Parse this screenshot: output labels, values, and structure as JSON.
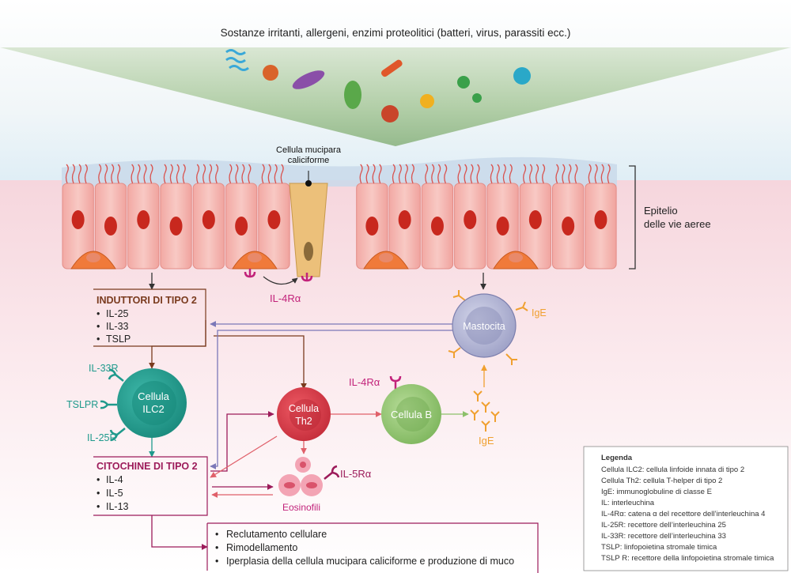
{
  "top_caption": "Sostanze irritanti, allergeni, enzimi proteolitici (batteri, virus, parassiti ecc.)",
  "goblet_label_line1": "Cellula mucipara",
  "goblet_label_line2": "caliciforme",
  "epithelium_label_line1": "Epitelio",
  "epithelium_label_line2": "delle vie aeree",
  "il4ra_epithelium": "IL-4Rα",
  "inducers": {
    "title": "INDUTTORI DI TIPO 2",
    "items": [
      "IL-25",
      "IL-33",
      "TSLP"
    ]
  },
  "cytokines": {
    "title": "CITOCHINE DI TIPO 2",
    "items": [
      "IL-4",
      "IL-5",
      "IL-13"
    ]
  },
  "ilc2": {
    "label_line1": "Cellula",
    "label_line2": "ILC2",
    "receptors": [
      "IL-33R",
      "TSLPR",
      "IL-25R"
    ]
  },
  "th2": {
    "label_line1": "Cellula",
    "label_line2": "Th2"
  },
  "bcell": {
    "label": "Cellula B",
    "receptor": "IL-4Rα"
  },
  "ige_free": "IgE",
  "mast": {
    "label": "Mastocita",
    "ige": "IgE"
  },
  "eosinophils": {
    "label": "Eosinofili",
    "receptor": "IL-5Rα"
  },
  "outcomes": [
    "Reclutamento cellulare",
    "Rimodellamento",
    "Iperplasia della cellula mucipara caliciforme e produzione di muco"
  ],
  "legend": {
    "title": "Legenda",
    "lines": [
      "Cellula ILC2: cellula linfoide innata di tipo 2",
      "Cellula Th2: cellula T-helper di tipo 2",
      "IgE: immunoglobuline di classe E",
      "IL: interleuchina",
      "IL-4Rα: catena α del recettore dell’interleuchina 4",
      "IL-25R: recettore dell’interleuchina 25",
      "IL-33R: recettore dell’interleuchina 33",
      "TSLP: linfopoietina stromale timica",
      "TSLP R: recettore della linfopoietina stromale timica"
    ]
  },
  "colors": {
    "ilc2": "#1f9a8c",
    "th2": "#d63a48",
    "bcell": "#8cc06a",
    "mast": "#8c8fb8",
    "eosinophil": "#d9536b",
    "inducer_box": "#7a3b1e",
    "cytokine_box": "#9c1b5a",
    "ige": "#f0a030",
    "receptor_magenta": "#c2227a"
  }
}
